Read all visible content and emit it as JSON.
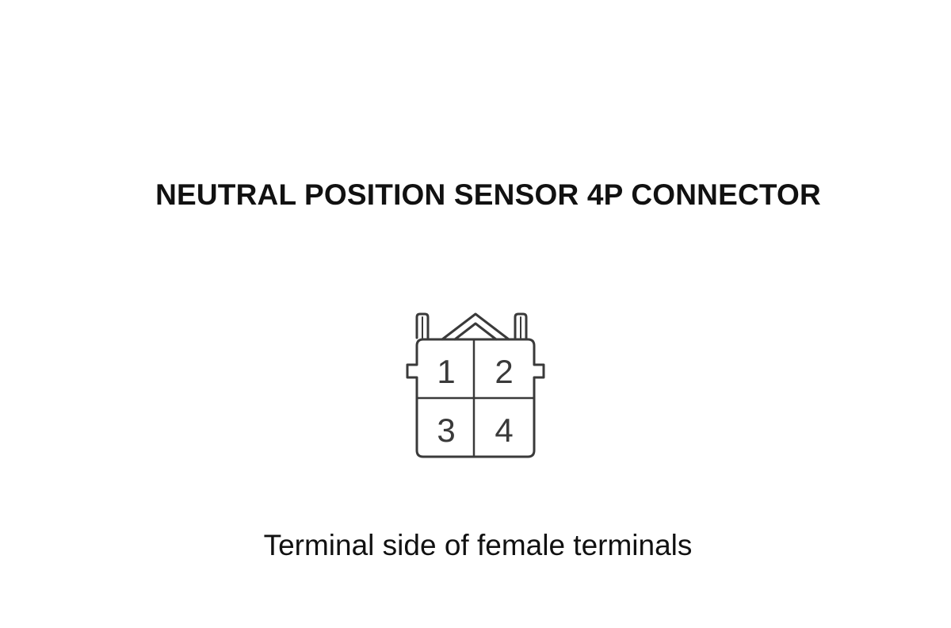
{
  "diagram": {
    "title": "NEUTRAL POSITION SENSOR 4P CONNECTOR",
    "caption": "Terminal side of female terminals",
    "connector": {
      "pins": [
        {
          "label": "1"
        },
        {
          "label": "2"
        },
        {
          "label": "3"
        },
        {
          "label": "4"
        }
      ]
    },
    "colors": {
      "text": "#111111",
      "outline": "#3a3a3a",
      "background": "#ffffff"
    }
  }
}
